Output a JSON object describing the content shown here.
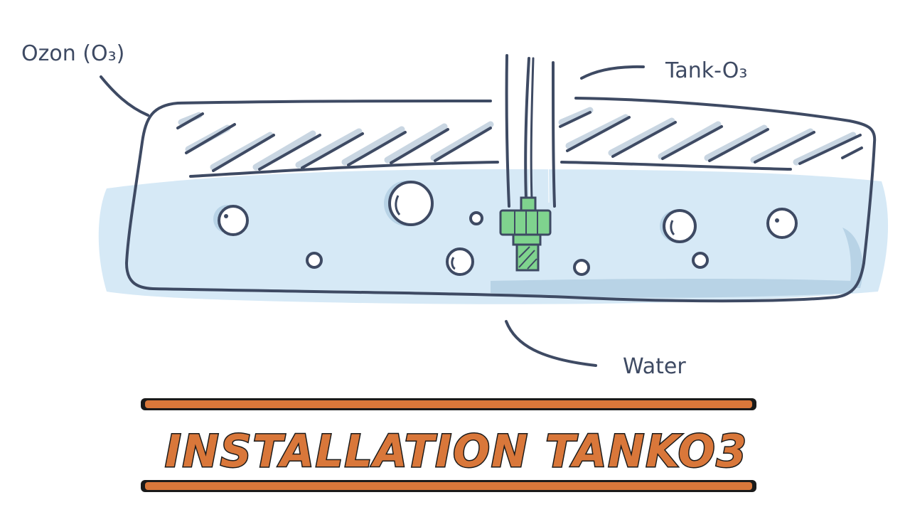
{
  "labels": {
    "ozone": "Ozon (O₃)",
    "tank": "Tank-O₃",
    "water": "Water"
  },
  "banner": {
    "title": "INSTALLATION TANKO3"
  },
  "colors": {
    "outline": "#3e4a63",
    "water_fill": "#d6e9f6",
    "water_shadow": "#b8d3e6",
    "ozone_hatch": "#3e4a63",
    "ozone_hatch_shadow": "#c9d6e2",
    "fitting_green": "#7fd38e",
    "banner_orange": "#d9773a",
    "banner_outline": "#1a1a1a"
  }
}
